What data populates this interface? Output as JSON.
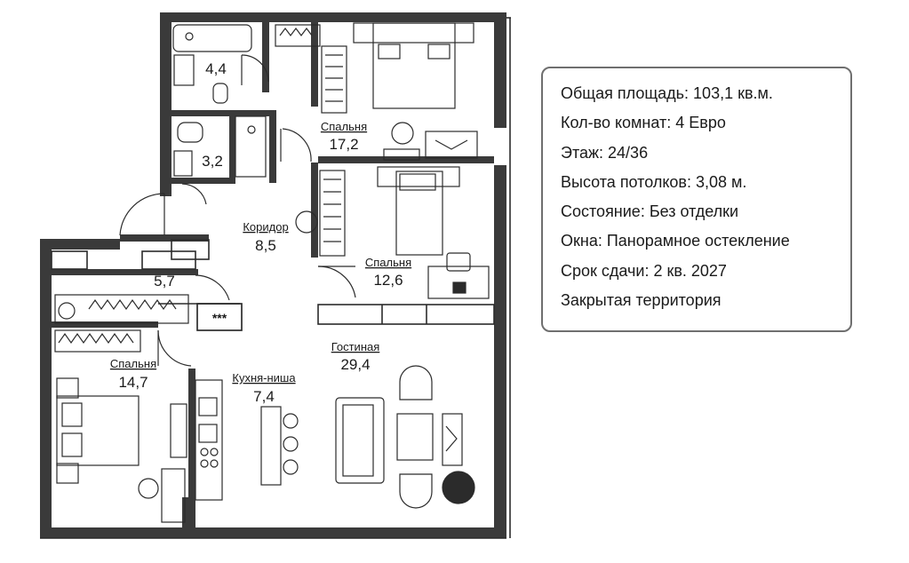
{
  "rooms": {
    "bath_1": {
      "area": "4,4"
    },
    "bath_2": {
      "area": "3,2"
    },
    "corridor": {
      "label": "Коридор",
      "area": "8,5"
    },
    "bedroom_a": {
      "label": "Спальня",
      "area": "17,2"
    },
    "bedroom_b": {
      "label": "Спальня",
      "area": "12,6"
    },
    "storage": {
      "area": "5,7"
    },
    "bedroom_c": {
      "label": "Спальня",
      "area": "14,7"
    },
    "kitchen": {
      "label": "Кухня-ниша",
      "area": "7,4"
    },
    "living": {
      "label": "Гостиная",
      "area": "29,4"
    }
  },
  "panel_marker": "***",
  "info": [
    "Общая площадь: 103,1 кв.м.",
    "Кол-во комнат: 4 Евро",
    "Этаж: 24/36",
    "Высота потолков: 3,08 м.",
    "Состояние: Без отделки",
    "Окна: Панорамное остекление",
    "Срок сдачи: 2 кв. 2027",
    "Закрытая территория"
  ],
  "colors": {
    "wall": "#3a3a3a",
    "line": "#2b2b2b",
    "card_border": "#6f6f6f"
  }
}
